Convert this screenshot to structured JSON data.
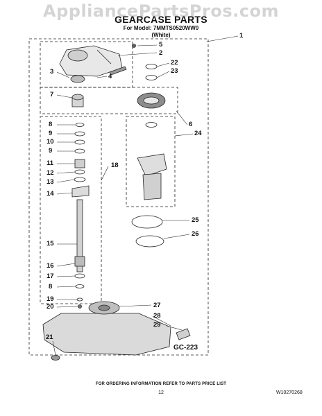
{
  "header": {
    "watermark": "AppliancePartsPros.com",
    "title": "GEARCASE PARTS",
    "model_line": "For Model: 7MMTS0520WW0",
    "color_line": "(White)"
  },
  "callouts": [
    "1",
    "5",
    "2",
    "22",
    "23",
    "3",
    "4",
    "7",
    "6",
    "24",
    "8",
    "9",
    "10",
    "9",
    "11",
    "18",
    "12",
    "13",
    "14",
    "25",
    "26",
    "15",
    "16",
    "17",
    "8",
    "19",
    "27",
    "20",
    "28",
    "29",
    "21"
  ],
  "diagram_code": "GC-223",
  "footer": {
    "ordering_note": "FOR ORDERING INFORMATION REFER TO PARTS PRICE LIST",
    "page_number": "12",
    "document_number": "W10270268"
  }
}
